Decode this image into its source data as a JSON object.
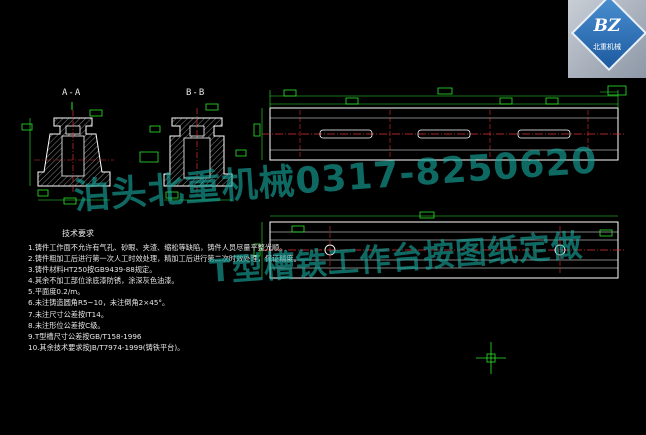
{
  "drawing": {
    "section_aa_label": "A-A",
    "section_bb_label": "B-B"
  },
  "notes": {
    "title": "技术要求",
    "lines": [
      "1.铸件工作面不允许有气孔、砂眼、夹渣、缩松等缺陷，铸件人员尽量平整光顺。",
      "2.铸件粗加工后进行第一次人工时效处理，精加工后进行第二次时效处理，保证精度。",
      "3.铸件材料HT250按GB9439-88规定。",
      "4.其余不加工部位涂底漆防锈，涂深灰色油漆。",
      "5.平面度0.2/m。",
      "6.未注铸造圆角R5~10，未注倒角2×45°。",
      "7.未注尺寸公差按IT14。",
      "8.未注形位公差按C级。",
      "9.T型槽尺寸公差按GB/T158-1996",
      "10.其余技术要求按JB/T7974-1999(铸铁平台)。"
    ]
  },
  "watermark": {
    "line1": "泊头北重机械0317-8250620",
    "line2": "T型槽铁工作台按图纸定做",
    "color": "#19aaa0"
  },
  "logo": {
    "mark": "BZ",
    "name": "北重机械"
  },
  "colors": {
    "background": "#000000",
    "outline": "#ffffff",
    "dimension": "#2ee62e",
    "center_line": "#e03030",
    "hatch": "#c8c8c8"
  }
}
